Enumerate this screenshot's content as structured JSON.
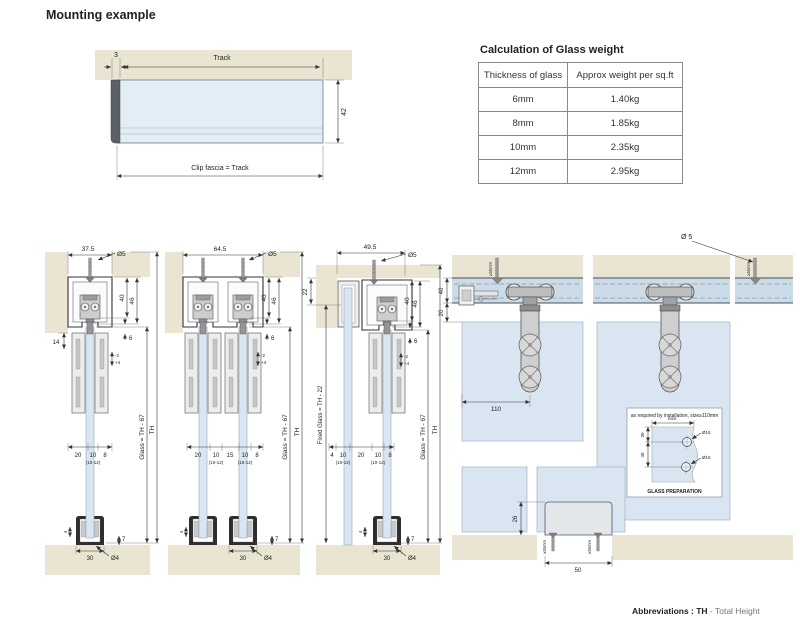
{
  "title": "Mounting example",
  "colors": {
    "beige": "#e9e5d2",
    "glass_blue": "#d9e6f2",
    "track_band": "#ccdbe8",
    "fascia_blue": "#e3edf5",
    "accent_red": "#cc2222"
  },
  "track_diagram": {
    "dim_3": "3",
    "track_label": "Track",
    "dim_42": "42",
    "clip_label": "Clip fascia = Track"
  },
  "weight_table": {
    "title": "Calculation of Glass weight",
    "col_thickness": "Thickness of glass",
    "col_weight": "Approx weight per sq.ft",
    "rows": [
      [
        "6mm",
        "1.40kg"
      ],
      [
        "8mm",
        "1.85kg"
      ],
      [
        "10mm",
        "2.35kg"
      ],
      [
        "12mm",
        "2.95kg"
      ]
    ]
  },
  "d1": {
    "top_width": "37.5",
    "screw_dia": "Ø5",
    "h_track": "40",
    "h_total": "46",
    "d14": "14",
    "d6": "6",
    "tol_minus": "-2",
    "tol_plus": "+4",
    "w_a": "20",
    "w_b": "10",
    "w_c": "8",
    "range": "(10-12)",
    "glass_height": "Glass = TH - 67",
    "th": "TH",
    "bg4": "4",
    "bg7": "7",
    "bg30": "30",
    "bg_dia": "Ø4"
  },
  "d2": {
    "top_width": "64.5",
    "screw_dia": "Ø5",
    "h_track": "40",
    "h_total": "46",
    "d6": "6",
    "tol_minus": "-2",
    "tol_plus": "+4",
    "w_a": "20",
    "w_b": "10",
    "w_c": "15",
    "w_d": "10",
    "w_e": "8",
    "range1": "(10-12)",
    "range2": "(10-12)",
    "glass_height": "Glass = TH - 67",
    "th": "TH",
    "bg4": "4",
    "bg7": "7",
    "bg30": "30",
    "bg_dia": "Ø4"
  },
  "d3": {
    "top_width": "49.5",
    "screw_dia": "Ø5",
    "d22": "22",
    "h_track": "40",
    "h_total": "46",
    "d6": "6",
    "tol_minus": "-2",
    "tol_plus": "+4",
    "w_a": "4",
    "w_b": "10",
    "w_c": "20",
    "w_d": "10",
    "w_e": "8",
    "range1": "(10-12)",
    "range2": "(10-12)",
    "fixed_glass": "Fixed Glass = TH - 22",
    "glass_height": "Glass = TH - 67",
    "th": "TH",
    "bg4": "4",
    "bg7": "7",
    "bg30": "30",
    "bg_dia": "Ø4"
  },
  "elevation": {
    "d40": "40",
    "d20": "20",
    "screw_dia": "Ø 5",
    "screw_note": "≥35mm",
    "screw_note2": "≥35mm",
    "floor_note1": "≥35mm",
    "floor_note2": "≥35mm",
    "d110": "110",
    "d26": "26",
    "d50": "50"
  },
  "inset": {
    "title": "as required by installation, size≥110mm",
    "size_label": "Size",
    "d30": "30",
    "d48": "48",
    "hole1": "Ø15",
    "hole2": "Ø15",
    "caption": "GLASS PREPARATION"
  },
  "abbreviations": {
    "label": "Abbreviations : TH",
    "value": "- Total Height"
  }
}
